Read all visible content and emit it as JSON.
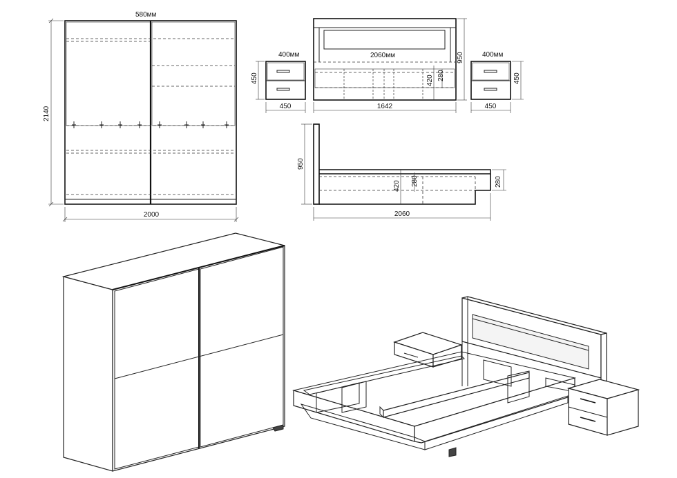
{
  "wardrobe_front": {
    "depth_label": "580мм",
    "width_label": "2000",
    "height_label": "2140"
  },
  "nightstand_left": {
    "depth_label": "400мм",
    "height_label": "450",
    "width_label": "450"
  },
  "nightstand_right": {
    "depth_label": "400мм",
    "height_label": "450",
    "width_label": "450"
  },
  "bed_front": {
    "length_label": "2060мм",
    "width_label": "1642",
    "headboard_height_label": "950",
    "frame_height_label": "420",
    "drawer_height_label": "280"
  },
  "bed_side": {
    "headboard_height_label": "950",
    "frame_height_label": "420",
    "drawer_height_label": "280",
    "drawer_height_right_label": "280",
    "length_label": "2060"
  },
  "colors": {
    "line": "#222222",
    "background": "#ffffff"
  }
}
